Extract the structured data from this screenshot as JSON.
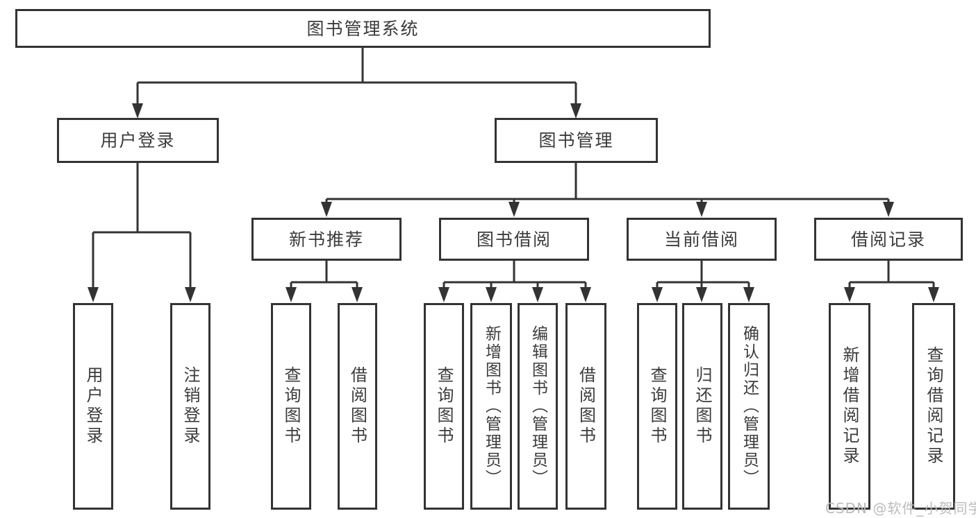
{
  "diagram": {
    "root": {
      "label": "图书管理系统"
    },
    "branches": [
      {
        "label": "用户登录",
        "children": [
          {
            "label": "用户登录"
          },
          {
            "label": "注销登录"
          }
        ]
      },
      {
        "label": "图书管理",
        "sections": [
          {
            "label": "新书推荐",
            "children": [
              {
                "label": "查询图书"
              },
              {
                "label": "借阅图书"
              }
            ]
          },
          {
            "label": "图书借阅",
            "children": [
              {
                "label": "查询图书"
              },
              {
                "label": "新增图书（管理员）"
              },
              {
                "label": "编辑图书（管理员）"
              },
              {
                "label": "借阅图书"
              }
            ]
          },
          {
            "label": "当前借阅",
            "children": [
              {
                "label": "查询图书"
              },
              {
                "label": "归还图书"
              },
              {
                "label": "确认归还（管理员）"
              }
            ]
          },
          {
            "label": "借阅记录",
            "children": [
              {
                "label": "新增借阅记录"
              },
              {
                "label": "查询借阅记录"
              }
            ]
          }
        ]
      }
    ]
  },
  "watermark": {
    "text": "CSDN @软件_小贺同学"
  },
  "colors": {
    "line": "#333333",
    "box_border": "#333333",
    "text": "#3b3b3b",
    "background": "#ffffff",
    "watermark": "#b8b8b8"
  }
}
